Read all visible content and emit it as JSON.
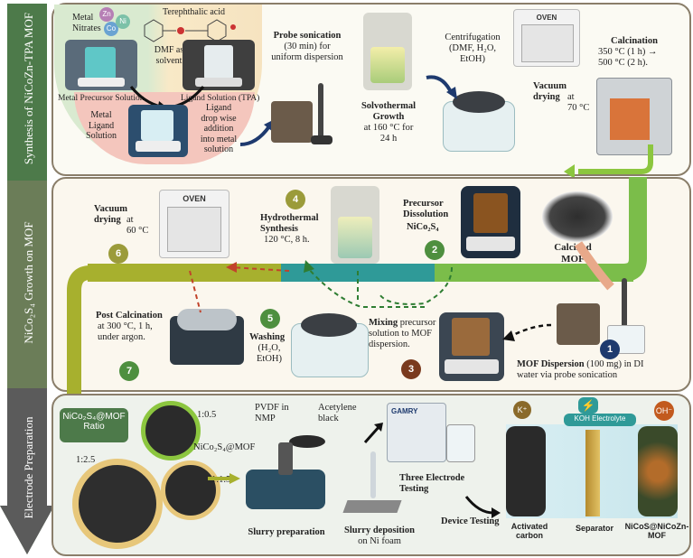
{
  "sidebar": {
    "section1": "Synthesis of NiCoZn-TPA MOF",
    "section2": "NiCo₂S₄ Growth on MOF",
    "section3": "Electrode Preparation"
  },
  "panel1": {
    "metal_nitrates": "Metal\nNitrates",
    "ion_zn": "Zn",
    "ion_ni": "Ni",
    "ion_co": "Co",
    "terephthalic": "Terephthalic acid",
    "dmf": "DMF as\nsolvent",
    "metal_precursor": "Metal Precursor Solution",
    "ligand_solution": "Ligand Solution (TPA)",
    "metal_ligand": "Metal\nLigand\nSolution",
    "ligand_drop": "Ligand\ndrop wise\naddition\ninto metal\nsolution",
    "probe_title": "Probe sonication",
    "probe_detail": "(30 min) for\nuniform dispersion",
    "solvo_title": "Solvothermal\nGrowth",
    "solvo_detail": "at 160 °C for\n24 h",
    "centri_title": "Centrifugation",
    "centri_detail": "(DMF, H₂O,\nEtOH)",
    "oven_label": "OVEN",
    "vacuum_title": "Vacuum\ndrying",
    "vacuum_detail": "at\n70 °C",
    "calc_title": "Calcination",
    "calc_detail": "350 °C (1 h) →\n500 °C (2 h)."
  },
  "panel2": {
    "vacuum_title": "Vacuum\ndrying",
    "vacuum_detail": "at\n60 °C",
    "oven_label": "OVEN",
    "hydro_title": "Hydrothermal\nSynthesis",
    "hydro_detail": "120 °C, 8 h.",
    "precursor_title": "Precursor\nDissolution",
    "precursor_formula": "NiCo₂S₄",
    "calcined": "Calcined\nMOF",
    "post_calc_title": "Post Calcination",
    "post_calc_detail": "at 300 °C, 1 h,\nunder argon.",
    "washing_title": "Washing",
    "washing_detail": "(H₂O,\nEtOH)",
    "mixing_title": "Mixing",
    "mixing_detail": "precursor\nsolution to MOF\ndispersion.",
    "dispersion_title": "MOF Dispersion",
    "dispersion_detail": "(100 mg) in DI\nwater via probe sonication",
    "steps": [
      "1",
      "2",
      "3",
      "4",
      "5",
      "6",
      "7"
    ]
  },
  "panel3": {
    "ratio_label": "NiCo₂S₄@MOF\nRatio",
    "ratio_a": "1:0.5",
    "ratio_b": "NiCo₂S₄@MOF",
    "ratio_c": "1:1.5",
    "ratio_d": "1:2.5",
    "pvdf": "PVDF in\nNMP",
    "acetylene": "Acetylene\nblack",
    "slurry_prep": "Slurry preparation",
    "slurry_dep_title": "Slurry deposition",
    "slurry_dep_detail": "on Ni foam",
    "three_electrode": "Three Electrode\nTesting",
    "device_testing": "Device Testing",
    "k_ion": "K⁺",
    "oh_ion": "OH⁻",
    "electrolyte": "KOH Electrolyte",
    "activated_carbon": "Activated\ncarbon",
    "separator": "Separator",
    "electrode": "NiCoS@NiCoZn-\nMOF",
    "potentiostat_brand": "GAMRY"
  },
  "colors": {
    "sidebar": "#4d7a4a",
    "arrow_dark": "#555555",
    "olive_bar": "#a7b02e",
    "teal_bar": "#2f9a98",
    "green_bar": "#7bbd4a",
    "step_green": "#4e8f3f",
    "step_brown": "#7a3a1e",
    "step_navy": "#1e3a6e",
    "step_olive": "#9b9b3a"
  }
}
